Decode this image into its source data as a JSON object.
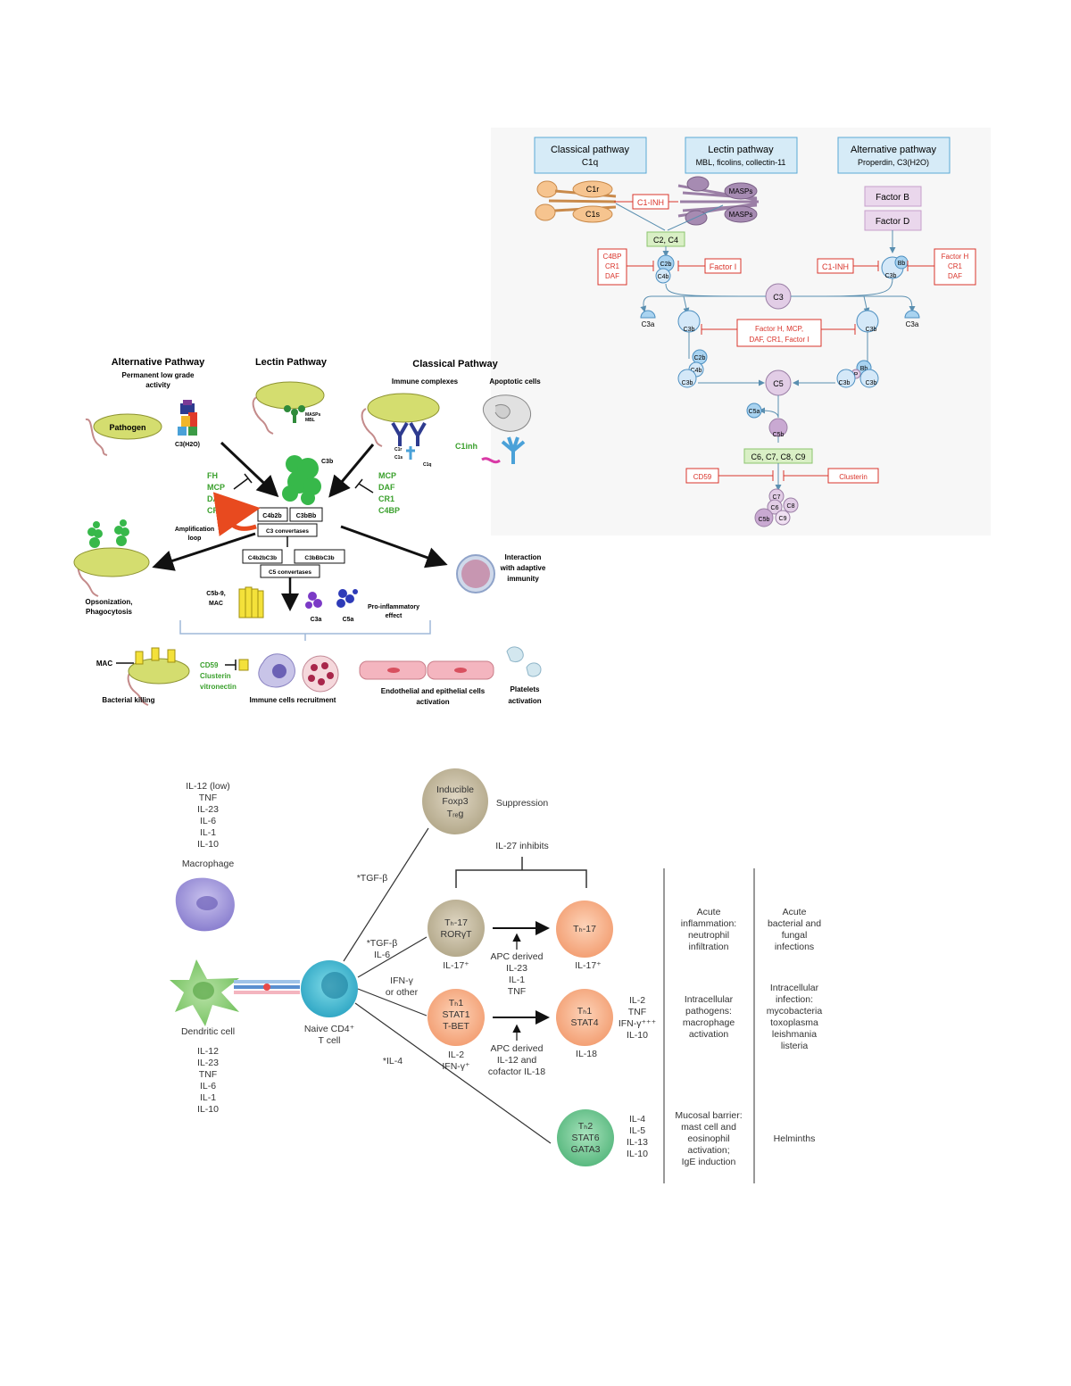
{
  "complement_right": {
    "classical_title": "Classical pathway",
    "classical_sub": "C1q",
    "lectin_title": "Lectin pathway",
    "lectin_sub": "MBL, ficolins, collectin-11",
    "alt_title": "Alternative pathway",
    "alt_sub": "Properdin, C3(H2O)",
    "c1r": "C1r",
    "c1s": "C1s",
    "masps1": "MASPs",
    "masps2": "MASPs",
    "c1inh_top": "C1-INH",
    "factor_b": "Factor B",
    "factor_d": "Factor D",
    "c2c4": "C2, C4",
    "c4bp_box": [
      "C4BP",
      "CR1",
      "DAF"
    ],
    "c2b": "C2b",
    "c4b": "C4b",
    "factor_i": "Factor I",
    "c1inh_right": "C1-INH",
    "bb": "Bb",
    "c3b_alt": "C3b",
    "fh_box": [
      "Factor H",
      "CR1",
      "DAF"
    ],
    "c3": "C3",
    "c3a_left": "C3a",
    "c3a_right": "C3a",
    "c3b_left": "C3b",
    "c3b_right": "C3b",
    "center_inhib": [
      "Factor H, MCP,",
      "DAF, CR1, Factor I"
    ],
    "c2b_2": "C2b",
    "c4b_2": "C4b",
    "c3b_l2": "C3b",
    "p": "P",
    "bb_2": "Bb",
    "c3b_r2a": "C3b",
    "c3b_r2b": "C3b",
    "c5": "C5",
    "c5a": "C5a",
    "c5b": "C5b",
    "c6_c9": "C6, C7, C8, C9",
    "cd59": "CD59",
    "clusterin": "Clusterin",
    "mac_c7": "C7",
    "mac_c6": "C6",
    "mac_c8": "C8",
    "mac_c5b": "C5b",
    "mac_c9": "C9"
  },
  "complement_left": {
    "alt_title": "Alternative Pathway",
    "alt_sub1": "Permanent low grade",
    "alt_sub2": "activity",
    "lectin_title": "Lectin Pathway",
    "classical_title": "Classical Pathway",
    "immune_complexes": "Immune complexes",
    "apoptotic": "Apoptotic cells",
    "pathogen": "Pathogen",
    "c3h2o": "C3(H2O)",
    "masps": "MASPs",
    "mbl": "MBL",
    "c1r": "C1r",
    "c1s": "C1s",
    "c1q": "C1q",
    "c1inh": "C1inh",
    "c3b": "C3b",
    "left_regs": [
      "FH",
      "MCP",
      "DAF",
      "CR1"
    ],
    "right_regs": [
      "MCP",
      "DAF",
      "CR1",
      "C4BP"
    ],
    "c4b2b": "C4b2b",
    "c3bbb": "C3bBb",
    "c3conv": "C3 convertases",
    "amp1": "Amplification",
    "amp2": "loop",
    "c4b2bc3b": "C4b2bC3b",
    "c3bbbc3b": "C3bBbC3b",
    "c5conv": "C5 convertases",
    "opson1": "Opsonization,",
    "opson2": "Phagocytosis",
    "interaction": [
      "Interaction",
      "with adaptive",
      "immunity"
    ],
    "c5b9": "C5b-9,",
    "mac": "MAC",
    "c3a": "C3a",
    "c5a": "C5a",
    "proinf1": "Pro-inflammatory",
    "proinf2": "effect",
    "mac_bottom": "MAC",
    "bacterial": "Bacterial killing",
    "inhib": [
      "CD59",
      "Clusterin",
      "vitronectin"
    ],
    "immune_recruit": "Immune cells recruitment",
    "endo1": "Endothelial and epithelial cells",
    "endo2": "activation",
    "plate1": "Platelets",
    "plate2": "activation"
  },
  "tcell": {
    "mac_cytokines": [
      "IL-12 (low)",
      "TNF",
      "IL-23",
      "IL-6",
      "IL-1",
      "IL-10"
    ],
    "macrophage": "Macrophage",
    "dendritic": "Dendritic cell",
    "dc_cytokines": [
      "IL-12",
      "IL-23",
      "TNF",
      "IL-6",
      "IL-1",
      "IL-10"
    ],
    "naive1": "Naive CD4⁺",
    "naive2": "T cell",
    "treg": [
      "Inducible",
      "Foxp3",
      "Tᵣₑg"
    ],
    "suppression": "Suppression",
    "il27": "IL-27 inhibits",
    "tgfb": "*TGF-β",
    "tgfb_il6": [
      "*TGF-β",
      "IL-6"
    ],
    "ifng": [
      "IFN-γ",
      "or other"
    ],
    "il4": "*IL-4",
    "th17_a": [
      "Tₕ-17",
      "RORγT"
    ],
    "il17_a": "IL-17⁺",
    "apc1": [
      "APC derived",
      "IL-23",
      "IL-1",
      "TNF"
    ],
    "th17_b": "Tₕ-17",
    "il17_b": "IL-17⁺",
    "th1_a": [
      "Tₕ1",
      "STAT1",
      "T-BET"
    ],
    "th1_a_below": [
      "IL-2",
      "IFN-γ⁺"
    ],
    "apc2": [
      "APC derived",
      "IL-12 and",
      "cofactor IL-18"
    ],
    "th1_b": [
      "Tₕ1",
      "STAT4"
    ],
    "il18": "IL-18",
    "th1_cyto": [
      "IL-2",
      "TNF",
      "IFN-γ⁺⁺⁺",
      "IL-10"
    ],
    "th2": [
      "Tₕ2",
      "STAT6",
      "GATA3"
    ],
    "th2_cyto": [
      "IL-4",
      "IL-5",
      "IL-13",
      "IL-10"
    ],
    "func1": [
      "Acute",
      "inflammation:",
      "neutrophil",
      "infiltration"
    ],
    "func2": [
      "Intracellular",
      "pathogens:",
      "macrophage",
      "activation"
    ],
    "func3": [
      "Mucosal barrier:",
      "mast cell and",
      "eosinophil",
      "activation;",
      "IgE induction"
    ],
    "dis1": [
      "Acute",
      "bacterial and",
      "fungal",
      "infections"
    ],
    "dis2": [
      "Intracellular",
      "infection:",
      "mycobacteria",
      "toxoplasma",
      "leishmania",
      "listeria"
    ],
    "dis3": "Helminths"
  },
  "colors": {
    "blue_box": "#d6ebf7",
    "blue_stroke": "#5aa8d6",
    "orange": "#f6c48f",
    "purple": "#9b7fa6",
    "lilac": "#ead7ec",
    "red": "#d9342b",
    "green_box": "#d9efc5",
    "green_text": "#3aa02c",
    "yellow_bug": "#d4dd6f",
    "th17": "#f8b08c",
    "th2": "#7fcf9c",
    "treg": "#c9bea8"
  }
}
